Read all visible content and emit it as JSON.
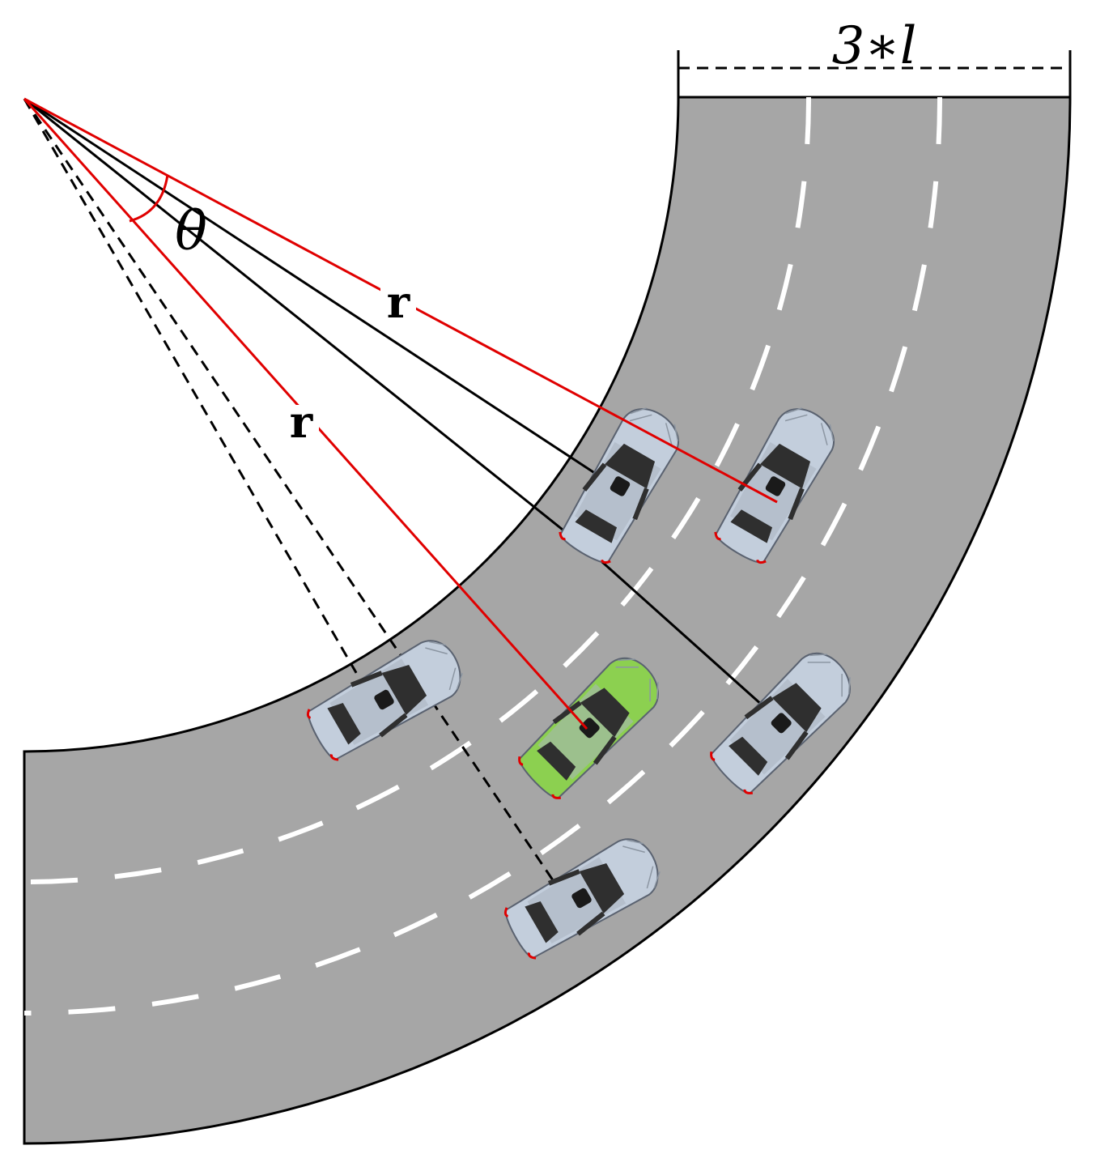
{
  "diagram": {
    "width_label": "3∗l",
    "angle_label": "θ",
    "radius_label_upper": "r",
    "radius_label_lower": "r"
  },
  "colors": {
    "road": "#a6a6a6",
    "road_edge": "#000000",
    "lane_marking": "#ffffff",
    "radius_line": "#e00000",
    "guide_line": "#000000",
    "ego_car": "#8cd050",
    "other_car": "#c3cedc",
    "car_cabin": "#3a3a3a"
  },
  "vehicles": [
    {
      "role": "neighbor",
      "color_key": "other_car",
      "icon": "car-icon"
    },
    {
      "role": "neighbor",
      "color_key": "other_car",
      "icon": "car-icon"
    },
    {
      "role": "neighbor",
      "color_key": "other_car",
      "icon": "car-icon"
    },
    {
      "role": "ego",
      "color_key": "ego_car",
      "icon": "car-icon"
    },
    {
      "role": "neighbor",
      "color_key": "other_car",
      "icon": "car-icon"
    },
    {
      "role": "neighbor",
      "color_key": "other_car",
      "icon": "car-icon"
    }
  ]
}
